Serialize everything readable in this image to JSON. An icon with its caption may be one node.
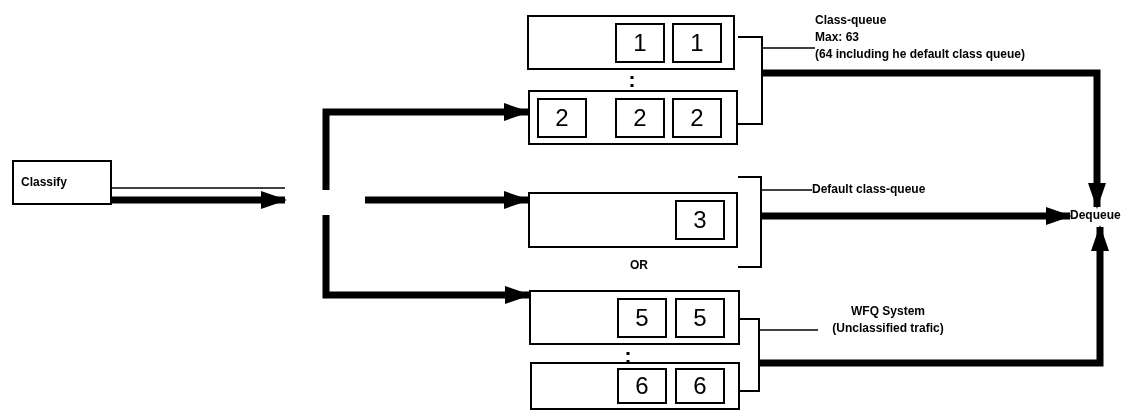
{
  "diagram": {
    "nodes": [
      {
        "text": [
          "Classify"
        ]
      },
      {
        "text": [],
        "shape": "box"
      },
      {
        "text": [
          "1"
        ],
        "in": 1
      },
      {
        "text": [
          "1"
        ],
        "in": 1
      },
      {
        "text": [],
        "shape": "box"
      },
      {
        "text": [
          "2"
        ],
        "in": 4
      },
      {
        "text": [
          "2"
        ],
        "in": 4
      },
      {
        "text": [
          "2"
        ],
        "in": 4
      },
      {
        "text": [],
        "shape": "box"
      },
      {
        "text": [
          "3"
        ],
        "in": 8
      },
      {
        "text": [],
        "shape": "box"
      },
      {
        "text": [
          "5"
        ],
        "in": 10
      },
      {
        "text": [
          "5"
        ],
        "in": 10
      },
      {
        "text": [],
        "shape": "box"
      },
      {
        "text": [
          "6"
        ],
        "in": 13
      },
      {
        "text": [
          "6"
        ],
        "in": 13
      },
      {
        "text": [
          "Class-queue",
          "Max: 63",
          "(64 including he default class queue)"
        ]
      },
      {
        "text": [
          "Default class-queue"
        ]
      },
      {
        "text": [
          "WFQ System",
          "(Unclassified trafic)"
        ]
      },
      {
        "text": [
          "Dequeue"
        ]
      },
      {
        "text": [],
        "shape": "bracket"
      },
      {
        "text": [],
        "shape": "bracket"
      },
      {
        "text": [],
        "shape": "bracket"
      }
    ],
    "edges": [
      {
        "from": 0,
        "to": null,
        "arrow": "none"
      },
      {
        "from": 0,
        "to": null,
        "arrow": "to"
      },
      {
        "from": null,
        "to": 4,
        "arrow": "to"
      },
      {
        "from": null,
        "to": 8,
        "arrow": "to"
      },
      {
        "from": null,
        "to": 10,
        "arrow": "to"
      },
      {
        "from": 20,
        "to": 19,
        "arrow": "to"
      },
      {
        "from": 21,
        "to": 19,
        "arrow": "to"
      },
      {
        "from": 22,
        "to": 19,
        "arrow": "to"
      },
      {
        "from": 16,
        "to": 20,
        "arrow": "none"
      },
      {
        "from": 17,
        "to": 21,
        "arrow": "none"
      },
      {
        "from": 18,
        "to": 22,
        "arrow": "none"
      }
    ],
    "labels": [
      "OR"
    ]
  }
}
